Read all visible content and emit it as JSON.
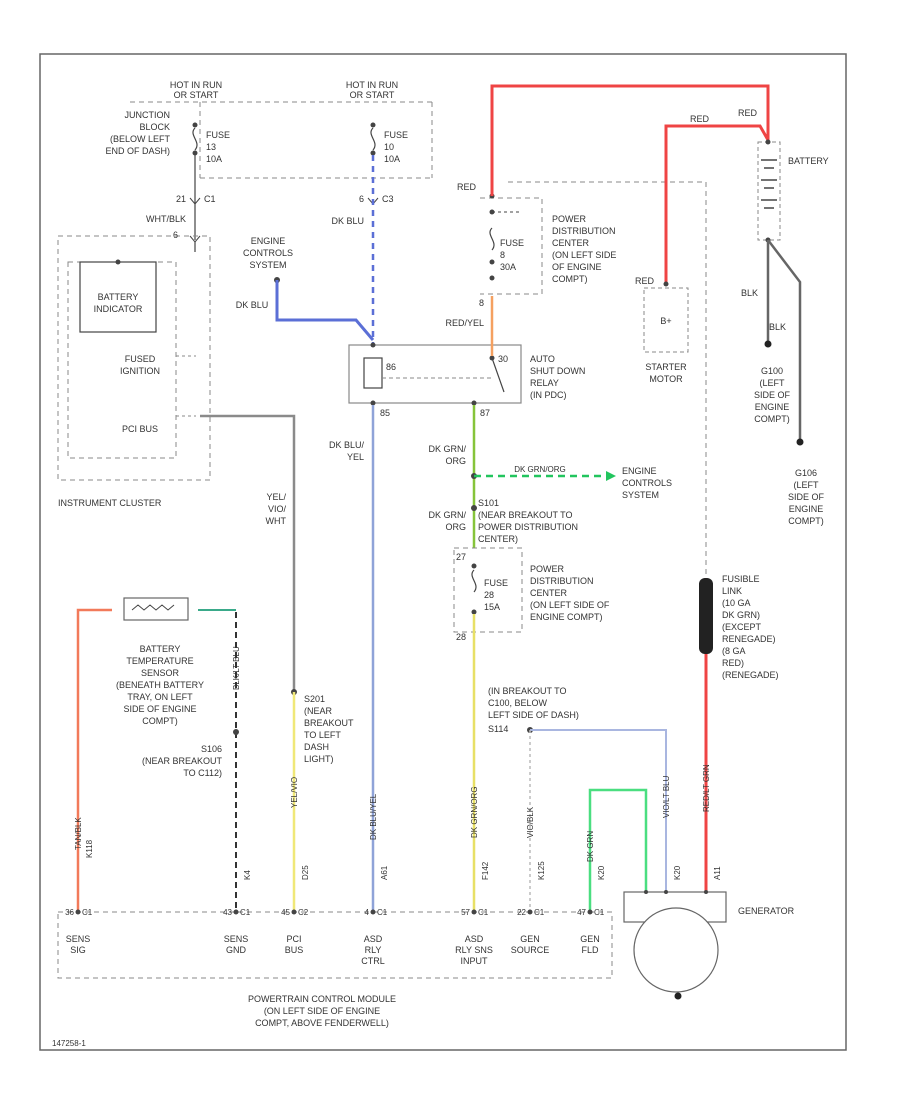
{
  "colors": {
    "red": "#ef4444",
    "dk_blu": "#5b6fd6",
    "lt_blu": "#8fa3d8",
    "grn_org": "#86c43a",
    "dk_grn": "#22c55e",
    "yel": "#e8e066",
    "org": "#f5a060",
    "gray": "#8a8a8a",
    "black": "#333333"
  },
  "top": {
    "hot_in_run_1": [
      "HOT IN RUN",
      "OR START"
    ],
    "hot_in_run_2": [
      "HOT IN RUN",
      "OR START"
    ],
    "junction_block": [
      "JUNCTION",
      "BLOCK",
      "(BELOW LEFT",
      "END OF DASH)"
    ],
    "fuse_left": [
      "FUSE",
      "13",
      "10A"
    ],
    "fuse_right": [
      "FUSE",
      "10",
      "10A"
    ],
    "c1_left": "21",
    "c1_left_pin": "C1",
    "c3_right": "6",
    "c3_right_pin": "C3",
    "wht_blk": "WHT/BLK",
    "dk_blu_top": "DK BLU"
  },
  "cluster": {
    "pin_6": "6",
    "battery_indicator": [
      "BATTERY",
      "INDICATOR"
    ],
    "fused_ignition": [
      "FUSED",
      "IGNITION"
    ],
    "pci_bus": "PCI BUS",
    "label": "INSTRUMENT CLUSTER"
  },
  "ecs_top": [
    "ENGINE",
    "CONTROLS",
    "SYSTEM"
  ],
  "dk_blu_left": "DK BLU",
  "pdc": {
    "red": "RED",
    "label": [
      "POWER",
      "DISTRIBUTION",
      "CENTER",
      "(ON LEFT SIDE",
      "OF ENGINE",
      "COMPT)"
    ],
    "fuse": [
      "FUSE",
      "8",
      "30A"
    ],
    "pin_8": "8",
    "red_yel": "RED/YEL"
  },
  "asd": {
    "pin_86": "86",
    "pin_85": "85",
    "pin_30": "30",
    "pin_87": "87",
    "label": [
      "AUTO",
      "SHUT DOWN",
      "RELAY",
      "(IN PDC)"
    ]
  },
  "battery": {
    "red1": "RED",
    "red2": "RED",
    "label": "BATTERY",
    "blk1": "BLK",
    "blk2": "BLK"
  },
  "starter": {
    "red": "RED",
    "terminal": "B+",
    "label": [
      "STARTER",
      "MOTOR"
    ]
  },
  "grounds": {
    "g100": [
      "G100",
      "(LEFT",
      "SIDE OF",
      "ENGINE",
      "COMPT)"
    ],
    "g106": [
      "G106",
      "(LEFT",
      "SIDE OF",
      "ENGINE",
      "COMPT)"
    ]
  },
  "mid": {
    "dk_blu_yel": [
      "DK BLU/",
      "YEL"
    ],
    "yel_vio_wht": [
      "YEL/",
      "VIO/",
      "WHT"
    ],
    "dk_grn_org1": [
      "DK GRN/",
      "ORG"
    ],
    "dk_grn_org_h": "DK GRN/ORG",
    "ecs_right": [
      "ENGINE",
      "CONTROLS",
      "SYSTEM"
    ],
    "dk_grn_org2": [
      "DK GRN/",
      "ORG"
    ],
    "s101": [
      "S101",
      "(NEAR BREAKOUT TO",
      "POWER DISTRIBUTION",
      "CENTER)"
    ],
    "pdc2_label": [
      "POWER",
      "DISTRIBUTION",
      "CENTER",
      "(ON LEFT SIDE OF",
      "ENGINE COMPT)"
    ],
    "fuse2": [
      "FUSE",
      "28",
      "15A"
    ],
    "pin_27": "27",
    "pin_28": "28"
  },
  "fusible_link": [
    "FUSIBLE",
    "LINK",
    "(10 GA",
    "DK GRN)",
    "(EXCEPT",
    "RENEGADE)",
    "(8 GA",
    "RED)",
    "(RENEGADE)"
  ],
  "bts": [
    "BATTERY",
    "TEMPERATURE",
    "SENSOR",
    "(BENEATH BATTERY",
    "TRAY, ON LEFT",
    "SIDE OF ENGINE",
    "COMPT)"
  ],
  "s106": [
    "S106",
    "(NEAR BREAKOUT",
    "TO C112)"
  ],
  "s201": [
    "S201",
    "(NEAR",
    "BREAKOUT",
    "TO LEFT",
    "DASH",
    "LIGHT)"
  ],
  "breakout": [
    "(IN BREAKOUT TO",
    "C100, BELOW",
    "LEFT SIDE OF DASH)"
  ],
  "s114": "S114",
  "vertical_tags": {
    "w_1": "TAN/BLK",
    "w_2": "BLK/LT BLU",
    "w_3": "YEL/VIO",
    "w_4": "DK BLU/YEL",
    "w_5": "DK GRN/ORG",
    "w_6": "VIO/BLK",
    "w_7": "DK GRN",
    "w_8": "VIO/LT BLU",
    "w_9": "RED/LT GRN",
    "c_1": "K118",
    "c_2": "K4",
    "c_3": "D25",
    "c_4": "A61",
    "c_5": "F142",
    "c_6": "K125",
    "c_7": "K20",
    "c_8": "K20",
    "c_9": "A11"
  },
  "pcm": {
    "pins": [
      "36",
      "43",
      "45",
      "4",
      "57",
      "22",
      "47"
    ],
    "pins_c": [
      "C1",
      "C1",
      "C2",
      "C1",
      "C1",
      "C1",
      "C1"
    ],
    "labels": [
      [
        "SENS",
        "SIG"
      ],
      [
        "SENS",
        "GND"
      ],
      [
        "PCI",
        "BUS"
      ],
      [
        "ASD",
        "RLY",
        "CTRL"
      ],
      [
        "ASD",
        "RLY SNS",
        "INPUT"
      ],
      [
        "GEN",
        "SOURCE"
      ],
      [
        "GEN",
        "FLD"
      ]
    ],
    "label": [
      "POWERTRAIN CONTROL MODULE",
      "(ON LEFT SIDE OF ENGINE",
      "COMPT, ABOVE FENDERWELL)"
    ]
  },
  "generator": "GENERATOR",
  "footer_id": "147258-1"
}
